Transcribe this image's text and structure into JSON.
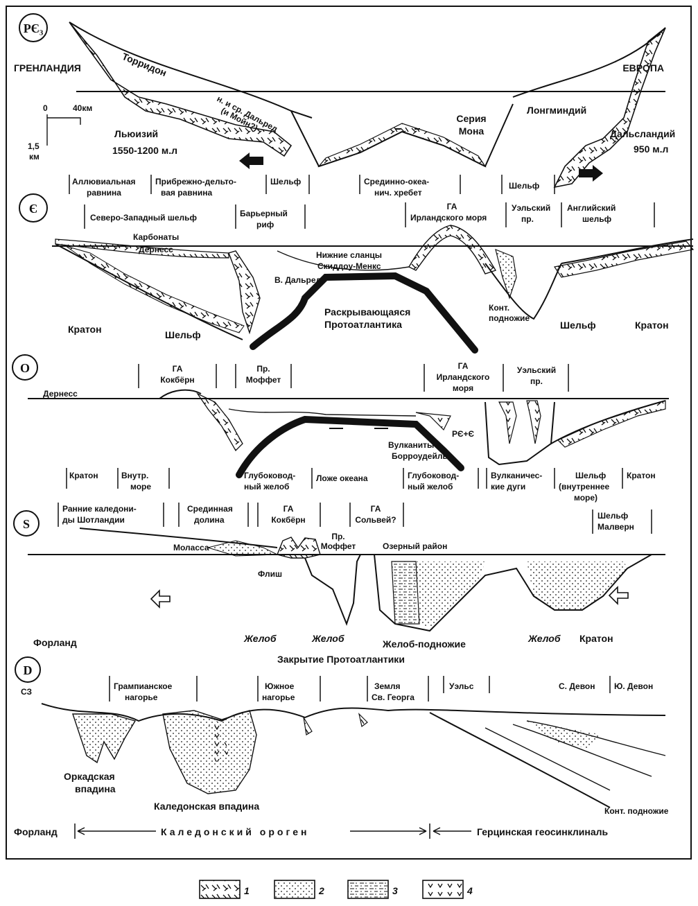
{
  "panels": {
    "pc3": {
      "era": "PЄ₃",
      "greenland": "ГРЕНЛАНДИЯ",
      "europe": "ЕВРОПА",
      "torridon": "Торридон",
      "dalred_1": "н. и ср. Дальред",
      "dalred_2": "(и Мойн?)",
      "lewisian": "Льюизий",
      "lewisian_age": "1550-1200 м.л",
      "mona_1": "Серия",
      "mona_2": "Мона",
      "longmynd": "Лонгминдий",
      "dalslandian": "Дальсландий",
      "dalslandian_age": "950 м.л",
      "scale_0": "0",
      "scale_40": "40км",
      "scale_v": "1,5",
      "scale_km": "км",
      "zones": {
        "alluvial_1": "Аллювиальная",
        "alluvial_2": "равнина",
        "coastal_1": "Прибрежно-дельто-",
        "coastal_2": "вая равнина",
        "shelf": "Шельф",
        "ridge_1": "Срединно-океа-",
        "ridge_2": "нич. хребет",
        "shelf_r": "Шельф"
      }
    },
    "cambrian": {
      "era": "Є",
      "nw_shelf": "Северо-Западный шельф",
      "reef_1": "Барьерный",
      "reef_2": "риф",
      "ga_1": "ГА",
      "ga_2": "Ирландского моря",
      "welsh_1": "Уэльский",
      "welsh_2": "пр.",
      "eng_1": "Английский",
      "eng_2": "шельф",
      "carb_1": "Карбонаты",
      "carb_2": "Дернесс",
      "shales_1": "Нижние сланцы",
      "shales_2": "Скиддоу-Менкс",
      "upper_dalred": "В. Дальред",
      "opening_1": "Раскрывающаяся",
      "opening_2": "Протоатлантика",
      "cont_1": "Конт.",
      "cont_2": "подножие",
      "craton_l": "Кратон",
      "shelf_l": "Шельф",
      "shelf_r": "Шельф",
      "craton_r": "Кратон"
    },
    "ordovician": {
      "era": "O",
      "ga_k_1": "ГА",
      "ga_k_2": "Кокбёрн",
      "moff_1": "Пр.",
      "moff_2": "Моффет",
      "ga_i_1": "ГА",
      "ga_i_2": "Ирландского",
      "ga_i_3": "моря",
      "welsh_1": "Уэльский",
      "welsh_2": "пр.",
      "durness": "Дернесс",
      "pcc": "PЄ+Є",
      "volc_1": "Вулканиты",
      "volc_2": "Борроудейль",
      "craton_l": "Кратон",
      "inner_1": "Внутр.",
      "inner_2": "море",
      "trench_l_1": "Глубоковод-",
      "trench_l_2": "ный желоб",
      "floor": "Ложе океана",
      "trench_r_1": "Глубоковод-",
      "trench_r_2": "ный желоб",
      "arcs_1": "Вулканичес-",
      "arcs_2": "кие дуги",
      "shelf_1": "Шельф",
      "shelf_2": "(внутреннее",
      "shelf_3": "море)",
      "craton_r": "Кратон"
    },
    "silurian": {
      "era": "S",
      "early_1": "Ранние каледони-",
      "early_2": "ды Шотландии",
      "mid_1": "Срединная",
      "mid_2": "долина",
      "ga_k_1": "ГА",
      "ga_k_2": "Кокбёрн",
      "ga_s_1": "ГА",
      "ga_s_2": "Сольвей?",
      "shelf_1": "Шельф",
      "shelf_2": "Малверн",
      "molasse": "Моласса",
      "flysch": "Флиш",
      "moff_1": "Пр.",
      "moff_2": "Моффет",
      "lake": "Озерный район",
      "foreland": "Форланд",
      "trench_1": "Желоб",
      "trench_2": "Желоб",
      "trench_foot": "Желоб-подножие",
      "trench_3": "Желоб",
      "craton": "Кратон",
      "closing": "Закрытие Протоатлантики"
    },
    "devonian": {
      "era": "D",
      "nw": "СЗ",
      "gramp_1": "Грампианское",
      "gramp_2": "нагорье",
      "south_1": "Южное",
      "south_2": "нагорье",
      "stg_1": "Земля",
      "stg_2": "Св. Георга",
      "wales": "Уэльс",
      "ndevon": "С. Девон",
      "sdevon": "Ю. Девон",
      "orkney_1": "Оркадская",
      "orkney_2": "впадина",
      "caledonian_basin": "Каледонская впадина",
      "cont_foot": "Конт. подножие",
      "foreland": "Форланд",
      "orogen": "Каледонский ороген",
      "hercynian": "Герцинская геосинклиналь"
    }
  },
  "legend": [
    {
      "num": "1"
    },
    {
      "num": "2"
    },
    {
      "num": "3"
    },
    {
      "num": "4"
    }
  ]
}
